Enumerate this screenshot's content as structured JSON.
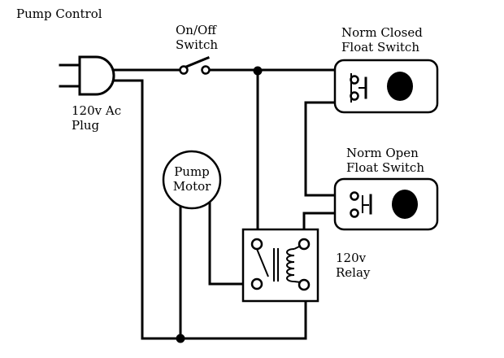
{
  "title": "Pump Control",
  "components": {
    "plug": {
      "label_line1": "120v Ac",
      "label_line2": "Plug"
    },
    "switch": {
      "label_line1": "On/Off",
      "label_line2": "Switch"
    },
    "nc_float": {
      "label_line1": "Norm Closed",
      "label_line2": "Float Switch"
    },
    "no_float": {
      "label_line1": "Norm Open",
      "label_line2": "Float Switch"
    },
    "motor": {
      "label_line1": "Pump",
      "label_line2": "Motor"
    },
    "relay": {
      "label_line1": "120v",
      "label_line2": "Relay"
    }
  }
}
